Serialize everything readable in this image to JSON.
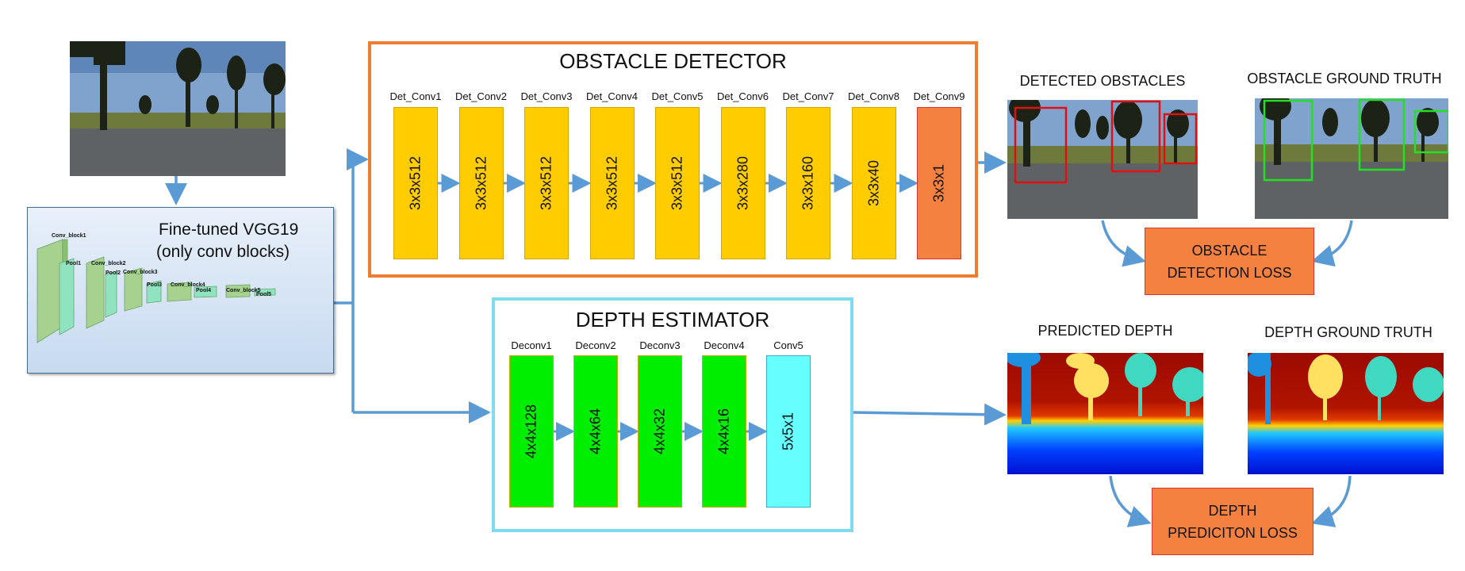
{
  "vgg": {
    "title_line1": "Fine-tuned VGG19",
    "title_line2": "(only conv blocks)",
    "labels": [
      "Conv_block1",
      "Pool1",
      "Conv_block2",
      "Pool2",
      "Conv_block3",
      "Pool3",
      "Conv_block4",
      "Pool4",
      "Conv_block5",
      "Pool5"
    ]
  },
  "detector": {
    "title": "OBSTACLE DETECTOR",
    "layers": [
      {
        "name": "Det_Conv1",
        "size": "3x3x512"
      },
      {
        "name": "Det_Conv2",
        "size": "3x3x512"
      },
      {
        "name": "Det_Conv3",
        "size": "3x3x512"
      },
      {
        "name": "Det_Conv4",
        "size": "3x3x512"
      },
      {
        "name": "Det_Conv5",
        "size": "3x3x512"
      },
      {
        "name": "Det_Conv6",
        "size": "3x3x280"
      },
      {
        "name": "Det_Conv7",
        "size": "3x3x160"
      },
      {
        "name": "Det_Conv8",
        "size": "3x3x40"
      },
      {
        "name": "Det_Conv9",
        "size": "3x3x1"
      }
    ]
  },
  "depth": {
    "title": "DEPTH ESTIMATOR",
    "layers": [
      {
        "name": "Deconv1",
        "size": "4x4x128"
      },
      {
        "name": "Deconv2",
        "size": "4x4x64"
      },
      {
        "name": "Deconv3",
        "size": "4x4x32"
      },
      {
        "name": "Deconv4",
        "size": "4x4x16"
      },
      {
        "name": "Conv5",
        "size": "5x5x1"
      }
    ]
  },
  "outputs": {
    "detected": "DETECTED OBSTACLES",
    "obstacle_gt": "OBSTACLE GROUND TRUTH",
    "predicted_depth": "PREDICTED DEPTH",
    "depth_gt": "DEPTH GROUND TRUTH",
    "detection_loss": "OBSTACLE\nDETECTION LOSS",
    "depth_loss": "DEPTH\nPREDICITON LOSS"
  },
  "colors": {
    "arrow": "#5b9bd5",
    "detector_border": "#ed7d31",
    "depth_border": "#7fdcf0",
    "yellow_block": "#ffcc00",
    "orange_block": "#f58140",
    "green_block": "#00ee00",
    "cyan_block": "#66ffff",
    "pred_box": "#e01010",
    "gt_box": "#22e022"
  }
}
